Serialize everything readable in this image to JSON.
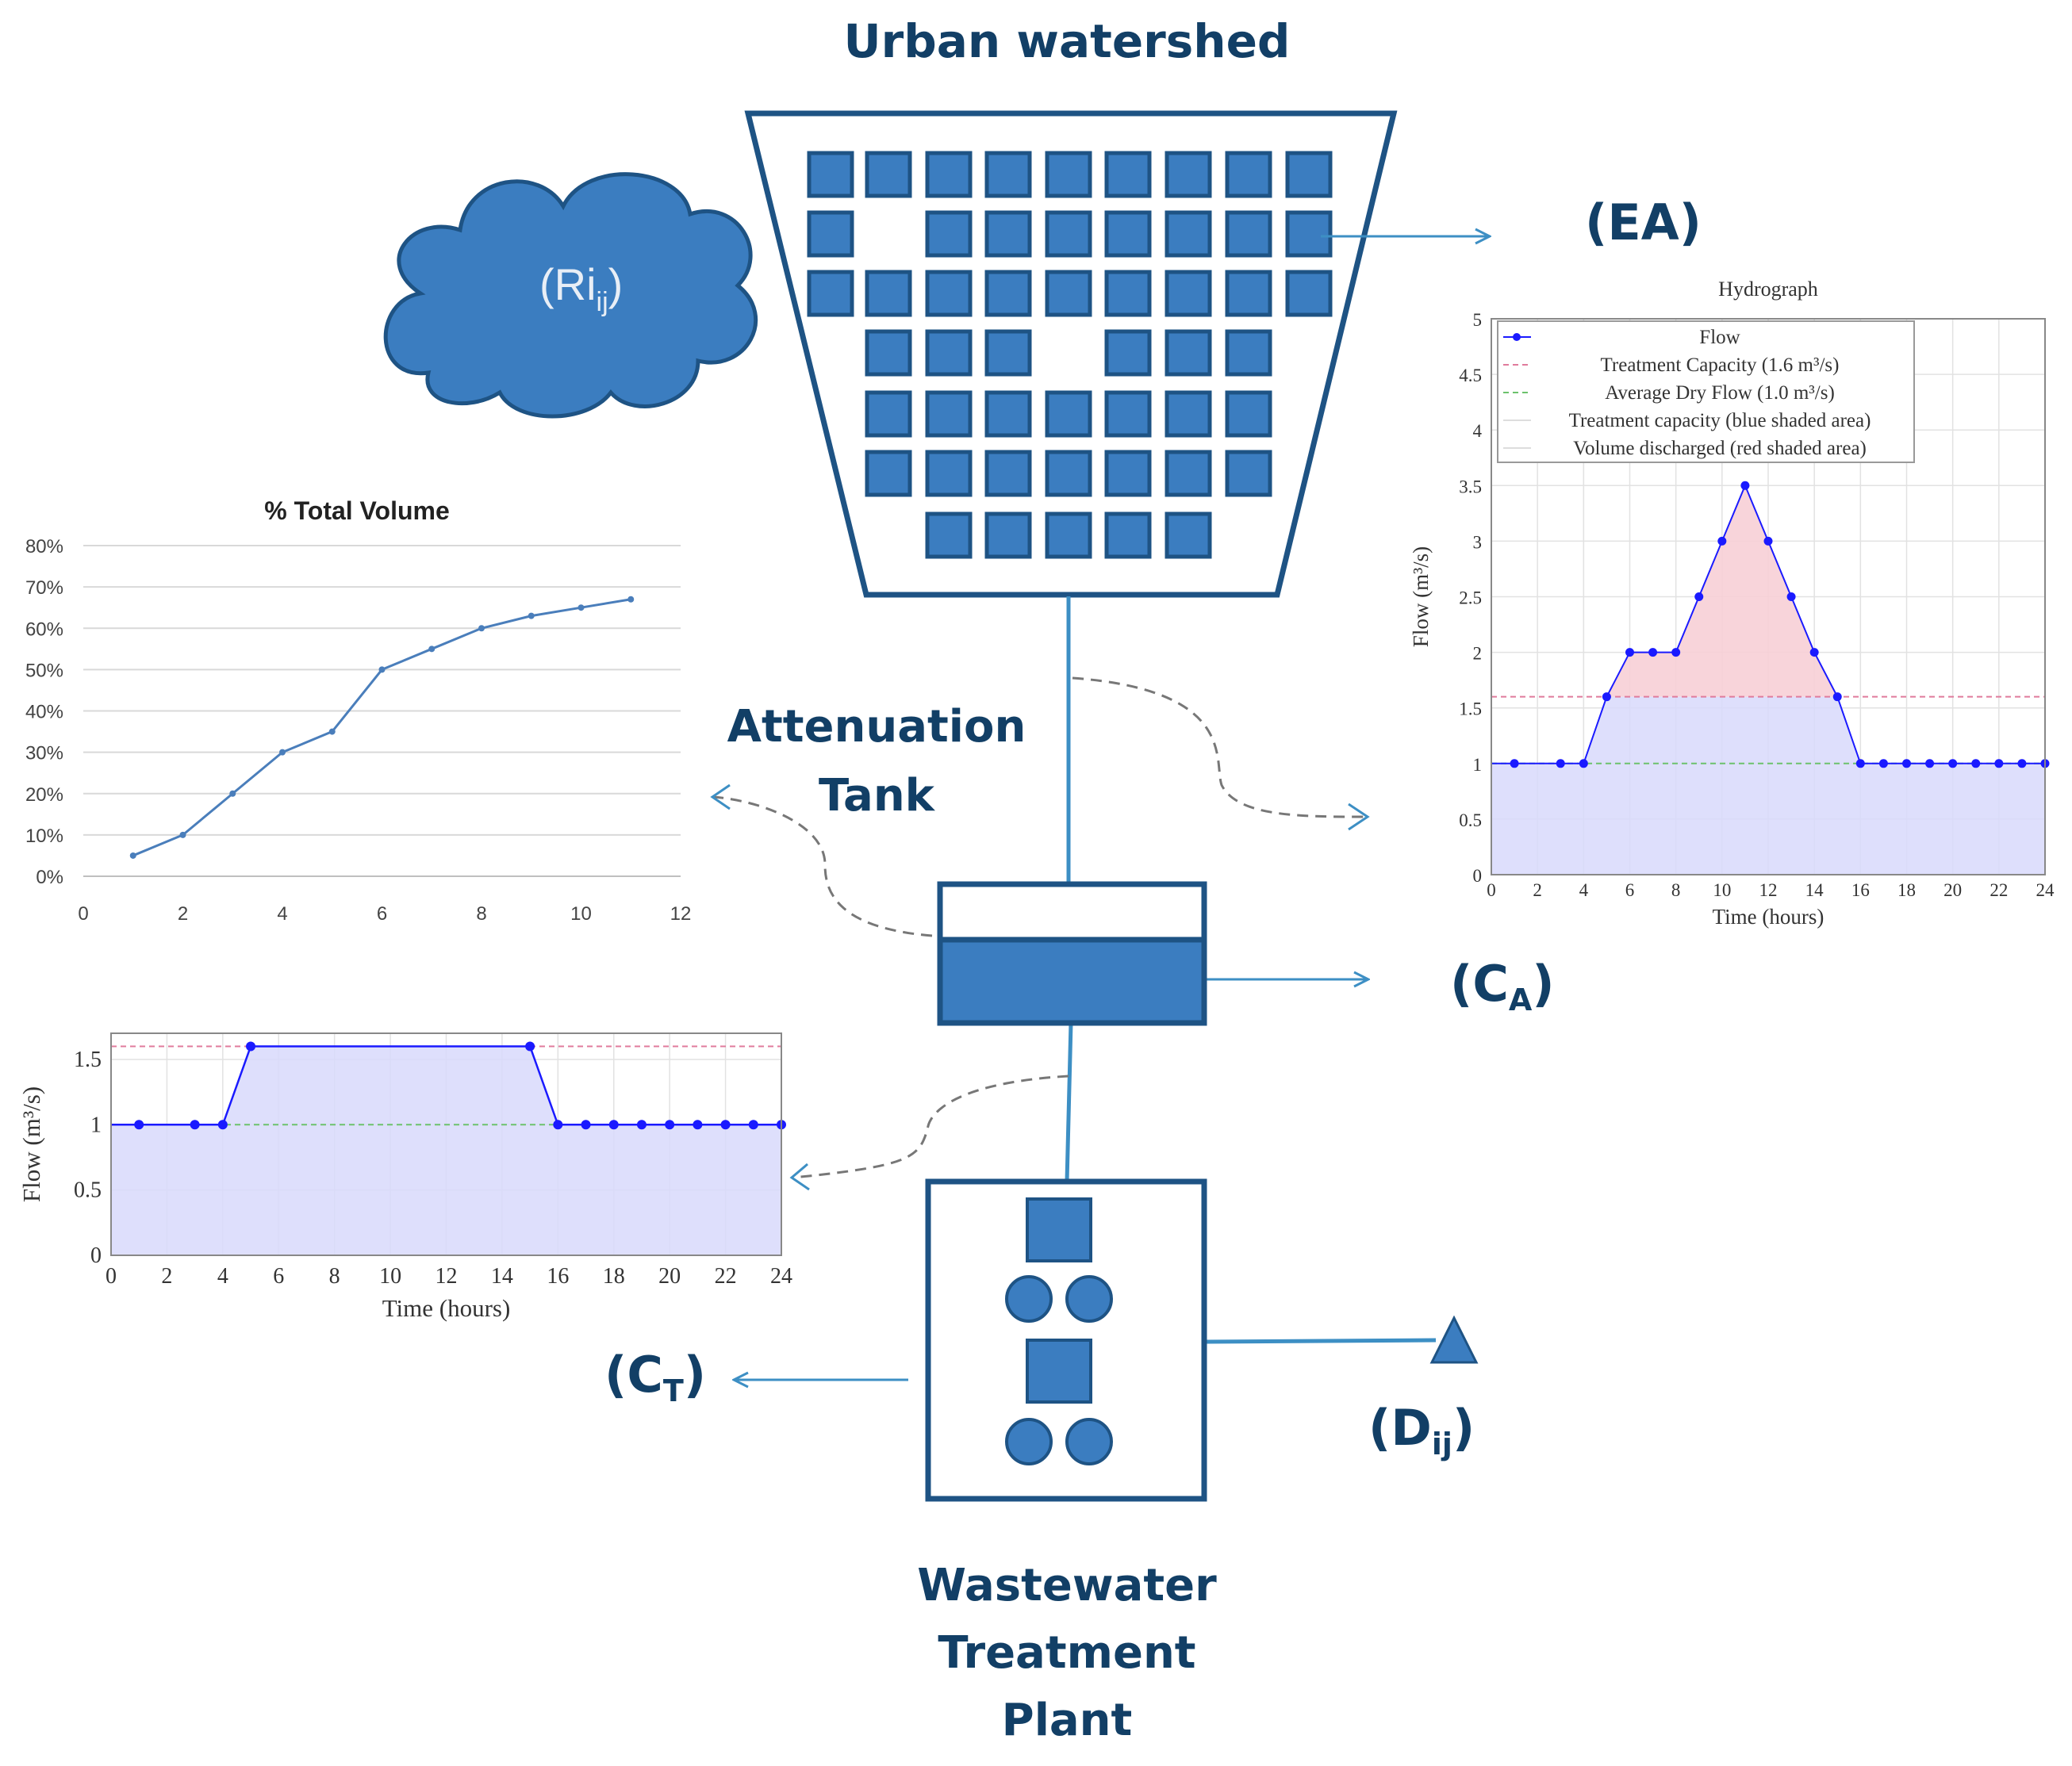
{
  "labels": {
    "watershed": "Urban watershed",
    "tank_line1": "Attenuation",
    "tank_line2": "Tank",
    "plant_line1": "Wastewater",
    "plant_line2": "Treatment",
    "plant_line3": "Plant",
    "rain": "(Ri",
    "rain_sub": "ij",
    "rain_close": ")",
    "ea": "(EA)",
    "ca": "(C",
    "ca_sub": "A",
    "ca_close": ")",
    "ct": "(C",
    "ct_sub": "T",
    "ct_close": ")",
    "d": "(D",
    "d_sub": "ij",
    "d_close": ")"
  },
  "colors": {
    "dark_blue": "#123f66",
    "block_fill": "#3b7dc0",
    "block_stroke": "#1e5384",
    "cloud_fill": "#3b7dc0",
    "arrow": "#3d8fc4",
    "flow_line": "#1a1aff",
    "red_fill": "#f7cfd6",
    "blue_fill": "#d8d9fb",
    "capacity_line": "#e07b9c",
    "dry_line": "#6cc26c"
  },
  "chart_data": [
    {
      "type": "line",
      "title": "% Total Volume",
      "x": [
        1,
        2,
        3,
        4,
        5,
        6,
        7,
        8,
        9,
        10,
        11
      ],
      "values": [
        5,
        10,
        20,
        30,
        35,
        50,
        55,
        60,
        63,
        65,
        67
      ],
      "xlim": [
        0,
        12
      ],
      "ylim": [
        0,
        80
      ],
      "xticks": [
        "0",
        "2",
        "4",
        "6",
        "8",
        "10",
        "12"
      ],
      "yticks": [
        "0%",
        "10%",
        "20%",
        "30%",
        "40%",
        "50%",
        "60%",
        "70%",
        "80%"
      ],
      "grid": "horizontal",
      "color": "#4a7ebb"
    },
    {
      "type": "line",
      "title": "Hydrograph",
      "xlabel": "Time (hours)",
      "ylabel": "Flow (m³/s)",
      "xlim": [
        0,
        24
      ],
      "ylim": [
        0,
        5
      ],
      "xticks": [
        "0",
        "2",
        "4",
        "6",
        "8",
        "10",
        "12",
        "14",
        "16",
        "18",
        "20",
        "22",
        "24"
      ],
      "yticks": [
        "0",
        "0.5",
        "1",
        "1.5",
        "2",
        "2.5",
        "3",
        "3.5",
        "4",
        "4.5",
        "5"
      ],
      "x": [
        1,
        3,
        4,
        5,
        6,
        7,
        8,
        9,
        10,
        11,
        12,
        13,
        14,
        15,
        16,
        17,
        18,
        19,
        20,
        21,
        22,
        23,
        24
      ],
      "values": [
        1,
        1,
        1,
        1.6,
        2,
        2,
        2,
        2.5,
        3,
        3.5,
        3,
        2.5,
        2,
        1.6,
        1,
        1,
        1,
        1,
        1,
        1,
        1,
        1,
        1
      ],
      "treatment_capacity": 1.6,
      "average_dry_flow": 1.0,
      "legend_position": "top",
      "legend": [
        "Flow",
        "Treatment Capacity (1.6 m³/s)",
        "Average Dry Flow (1.0 m³/s)",
        "Treatment capacity (blue shaded area)",
        "Volume discharged (red shaded area)"
      ],
      "grid": true
    },
    {
      "type": "line",
      "title": "",
      "xlabel": "Time (hours)",
      "ylabel": "Flow (m³/s)",
      "xlim": [
        0,
        24
      ],
      "ylim": [
        0,
        1.7
      ],
      "xticks": [
        "0",
        "2",
        "4",
        "6",
        "8",
        "10",
        "12",
        "14",
        "16",
        "18",
        "20",
        "22",
        "24"
      ],
      "yticks": [
        "0",
        "0.5",
        "1",
        "1.5"
      ],
      "x": [
        1,
        3,
        4,
        5,
        15,
        16,
        17,
        18,
        19,
        20,
        21,
        22,
        23,
        24
      ],
      "values": [
        1,
        1,
        1,
        1.6,
        1.6,
        1,
        1,
        1,
        1,
        1,
        1,
        1,
        1,
        1
      ],
      "treatment_capacity": 1.6,
      "average_dry_flow": 1.0,
      "grid": true
    }
  ]
}
